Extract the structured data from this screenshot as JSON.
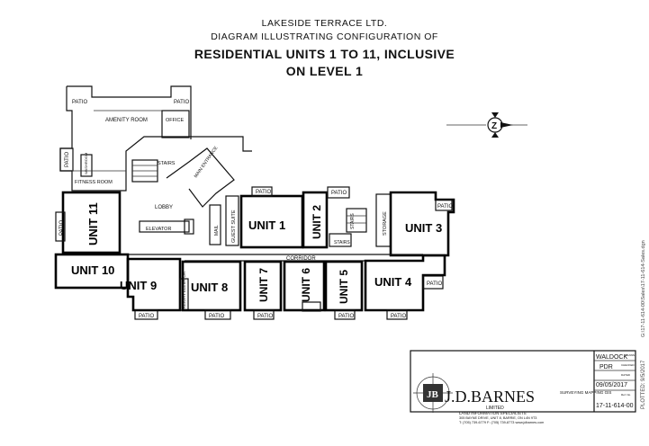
{
  "header": {
    "company": "LAKESIDE TERRACE LTD.",
    "subtitle": "DIAGRAM ILLUSTRATING CONFIGURATION OF",
    "title_line1": "RESIDENTIAL UNITS 1 TO 11, INCLUSIVE",
    "title_line2": "ON LEVEL 1"
  },
  "rooms": {
    "amenity": "AMENITY ROOM",
    "office": "OFFICE",
    "fitness": "FITNESS ROOM",
    "lobby": "LOBBY",
    "stairs": "STAIRS",
    "elevator": "ELEVATOR",
    "main_entrance": "MAIN ENTRANCE",
    "mail": "MAIL",
    "guest_suite": "GUEST SUITE",
    "corridor": "CORRIDOR",
    "storage": "STORAGE",
    "freight_elevator": "FREIGHT ELEVATOR",
    "washroom": "WASHROOM",
    "patio": "PATIO"
  },
  "units": {
    "u1": "UNIT 1",
    "u2": "UNIT 2",
    "u3": "UNIT 3",
    "u4": "UNIT 4",
    "u5": "UNIT 5",
    "u6": "UNIT 6",
    "u7": "UNIT 7",
    "u8": "UNIT 8",
    "u9": "UNIT 9",
    "u10": "UNIT 10",
    "u11": "UNIT 11"
  },
  "north_arrow": {
    "letter": "Z"
  },
  "title_block": {
    "firm": "J.D.BARNES",
    "firm_sub": "LIMITED",
    "tagline": "LAND INFORMATION SPECIALISTS",
    "address": "305 BAYNE DRIVE, UNIT 8, BARRIE, ON L4N 9T3",
    "phone": "T: (705) 739-6779   F: (705) 739-8773   www.jdbarnes.com",
    "services": "SURVEYING MAPPING GIS",
    "drawn_label": "DRAWN",
    "drawn_by": "WALDOCK",
    "checked_label": "CHECKED",
    "checked_by": "PDR",
    "date_label": "DATED",
    "date": "09/05/2017",
    "ref_label": "Ref. No.",
    "ref": "17-11-614-00"
  },
  "margin": {
    "file_path": "G:\\17-11-614-00\\Sales\\17-11-614-Sales.dgn",
    "plotted": "PLOTTED: 9/5/2017"
  }
}
